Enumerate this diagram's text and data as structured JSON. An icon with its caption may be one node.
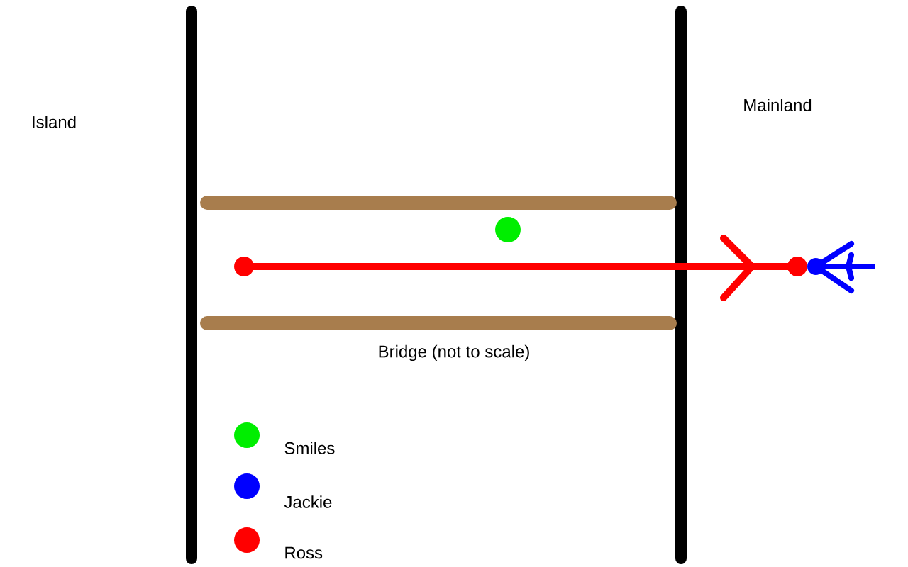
{
  "diagram": {
    "labels": [
      "Island",
      "Mainland",
      "Bridge (not to scale)"
    ],
    "legend": [
      {
        "text": "Smiles",
        "color": "#00ee00"
      },
      {
        "text": "Jackie",
        "color": "#0000ff"
      },
      {
        "text": "Ross",
        "color": "#ff0000"
      }
    ]
  }
}
